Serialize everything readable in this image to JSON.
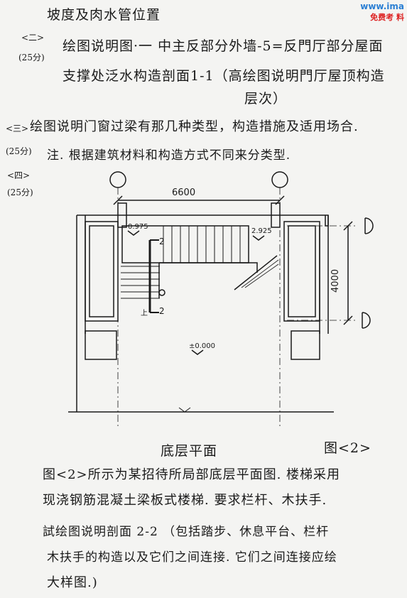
{
  "watermark": {
    "url": "www.ima",
    "label": "免费考",
    "label2": "料"
  },
  "lines": {
    "l1": "坡度及肉水管位置",
    "l2_num": "<二>",
    "l2": "绘图说明图·一 中主反部分外墙-5=反門厅部分屋面",
    "l2_score": "(25分)",
    "l3": "支撑处泛水构造剖面1-1（高绘图说明門厅屋顶构造",
    "l4": "层次）",
    "l5_num": "<三>",
    "l5": "绘图说明门窗过梁有那几种类型，构造措施及适用场合.",
    "l6_score": "(25分)",
    "l6": "注. 根据建筑材料和构造方式不同来分类型.",
    "l7": "<四>",
    "l8": "(25分)"
  },
  "plan": {
    "dim_width": "6600",
    "dim_height": "4000",
    "elev_left": "0.975",
    "elev_right": "2.925",
    "elev_floor": "±0.000",
    "cut_label": "2",
    "arrow_label": "上"
  },
  "captions": {
    "plan_title": "底层平面",
    "fig_label": "图<2>"
  },
  "para": {
    "p1": "图<2>所示为某招待所局部底层平面图. 楼梯采用",
    "p2": "现浇钢筋混凝土梁板式楼梯. 要求栏杆、木扶手.",
    "p3": "試绘图说明剖面 2-2 （包括踏步、休息平台、栏杆",
    "p4": "木扶手的构造以及它们之间连接. 它们之间连接应绘",
    "p5": "大样图.)"
  }
}
